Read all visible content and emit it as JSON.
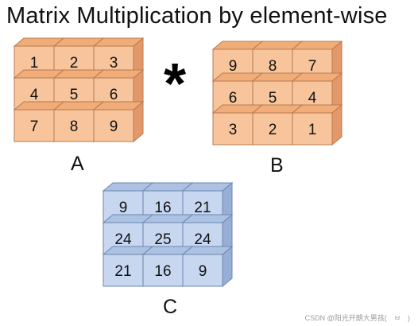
{
  "title": "Matrix Multiplication by element-wise",
  "operator": "*",
  "watermark": "CSDN @阳光开朗大男孩(　ㅂ　)",
  "colors": {
    "orange_front": "#F7C49B",
    "orange_top": "#F0AC79",
    "orange_side": "#E2986A",
    "orange_stroke": "#B97A4D",
    "blue_front": "#C6D7EF",
    "blue_top": "#ACC2E2",
    "blue_side": "#97AED6",
    "blue_stroke": "#6E86B1"
  },
  "matrices": {
    "A": {
      "label": "A",
      "values": [
        [
          1,
          2,
          3
        ],
        [
          4,
          5,
          6
        ],
        [
          7,
          8,
          9
        ]
      ]
    },
    "B": {
      "label": "B",
      "values": [
        [
          9,
          8,
          7
        ],
        [
          6,
          5,
          4
        ],
        [
          3,
          2,
          1
        ]
      ]
    },
    "C": {
      "label": "C",
      "values": [
        [
          9,
          16,
          21
        ],
        [
          24,
          25,
          24
        ],
        [
          21,
          16,
          9
        ]
      ]
    }
  }
}
